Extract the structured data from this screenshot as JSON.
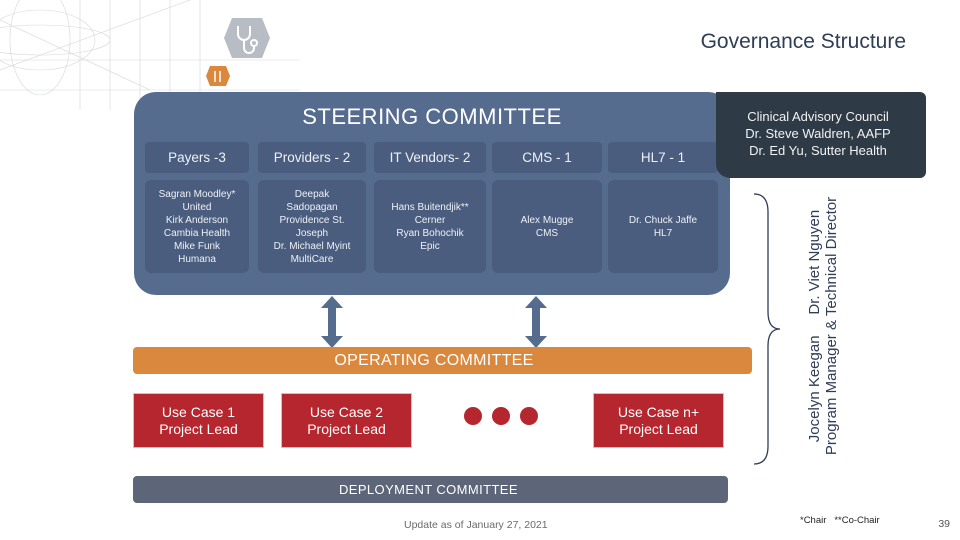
{
  "page": {
    "title": "Governance Structure"
  },
  "steering": {
    "title": "STEERING COMMITTEE",
    "columns": [
      {
        "header": "Payers -3",
        "members": [
          "Sagran Moodley*",
          "United",
          "Kirk Anderson",
          "Cambia Health",
          "Mike Funk",
          "Humana"
        ]
      },
      {
        "header": "Providers - 2",
        "members": [
          "Deepak",
          "Sadopagan",
          "Providence St.",
          "Joseph",
          "Dr. Michael Myint",
          "MultiCare"
        ]
      },
      {
        "header": "IT Vendors- 2",
        "members": [
          "Hans Buitendjik**",
          "Cerner",
          "Ryan Bohochik",
          "Epic"
        ]
      },
      {
        "header": "CMS - 1",
        "members": [
          "Alex Mugge",
          "CMS"
        ]
      },
      {
        "header": "HL7 - 1",
        "members": [
          "Dr. Chuck Jaffe",
          "HL7"
        ]
      }
    ]
  },
  "advisory": {
    "lines": [
      "Clinical Advisory Council",
      "Dr. Steve Waldren, AAFP",
      "Dr. Ed Yu, Sutter Health"
    ]
  },
  "staff": {
    "lines": [
      "Jocelyn Keegan     Dr. Viet Nguyen",
      "Program Manager & Technical Director"
    ]
  },
  "operating": {
    "title": "OPERATING COMMITTEE",
    "use_cases": [
      [
        "Use Case 1",
        "Project Lead"
      ],
      [
        "Use Case 2",
        "Project Lead"
      ],
      [
        "Use Case n+",
        "Project Lead"
      ]
    ]
  },
  "deployment": {
    "title": "DEPLOYMENT COMMITTEE"
  },
  "footer": {
    "update": "Update as of January 27, 2021",
    "note": "*Chair   **Co-Chair",
    "page_number": "39"
  },
  "colors": {
    "steering": "#566c8f",
    "box": "#4a5d7e",
    "advisory": "#2f3a47",
    "operating": "#d9883e",
    "use_case": "#b5262e",
    "deployment": "#5c6678",
    "title": "#2f3d57"
  }
}
